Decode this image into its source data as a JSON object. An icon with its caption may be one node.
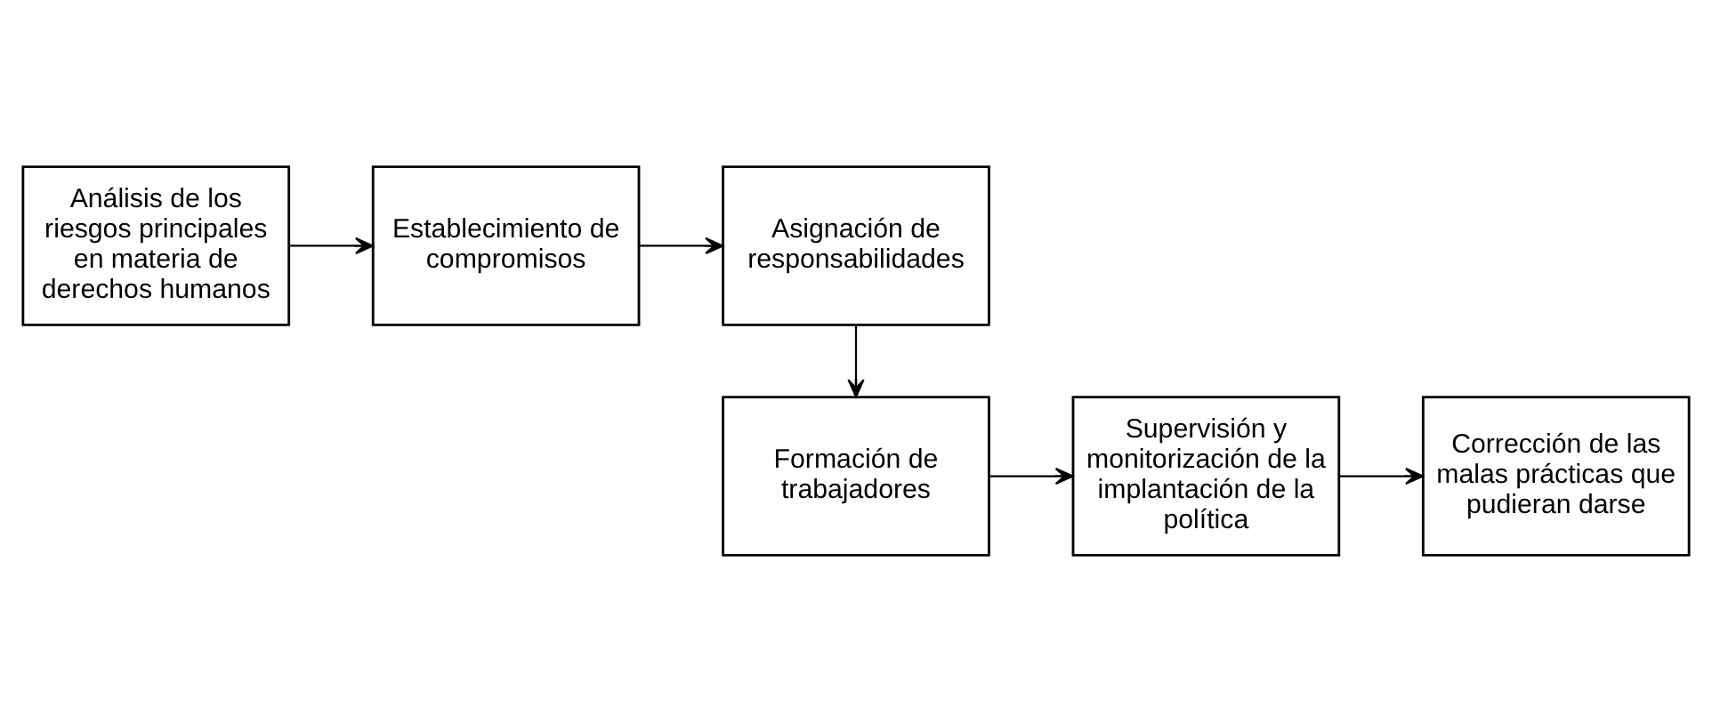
{
  "diagram": {
    "nodes": [
      {
        "text": [
          "Análisis de los riesgos principales en materia de derechos humanos"
        ]
      },
      {
        "text": [
          "Establecimiento de compromisos"
        ]
      },
      {
        "text": [
          "Asignación de responsabilidades"
        ]
      },
      {
        "text": [
          "Formación de trabajadores"
        ]
      },
      {
        "text": [
          "Supervisión y monitorización de la implantación de la política"
        ]
      },
      {
        "text": [
          "Corrección de las malas prácticas que pudieran darse"
        ]
      }
    ],
    "edges": [
      {
        "from": 0,
        "to": 1,
        "arrow": "to"
      },
      {
        "from": 1,
        "to": 2,
        "arrow": "to"
      },
      {
        "from": 2,
        "to": 3,
        "arrow": "to"
      },
      {
        "from": 3,
        "to": 4,
        "arrow": "to"
      },
      {
        "from": 4,
        "to": 5,
        "arrow": "to"
      }
    ]
  }
}
